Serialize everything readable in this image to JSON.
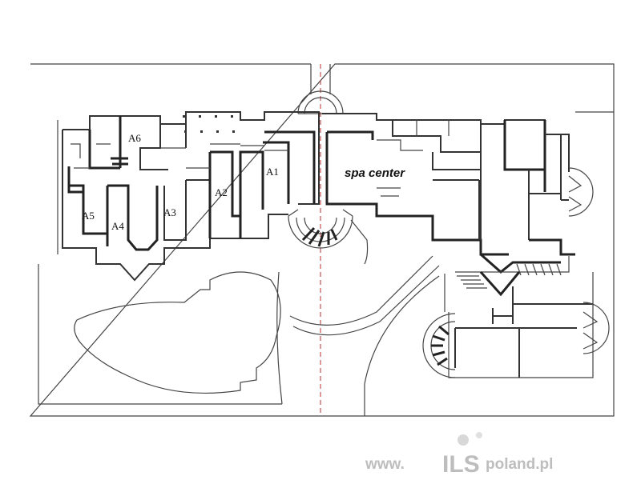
{
  "plan": {
    "unit_labels": [
      "A6",
      "A5",
      "A4",
      "A3",
      "A2",
      "A1"
    ],
    "spa_label": "spa center"
  },
  "watermark": {
    "prefix": "www.",
    "brand": "ILS",
    "suffix": "poland.pl",
    "color": "#bdbdbd"
  }
}
